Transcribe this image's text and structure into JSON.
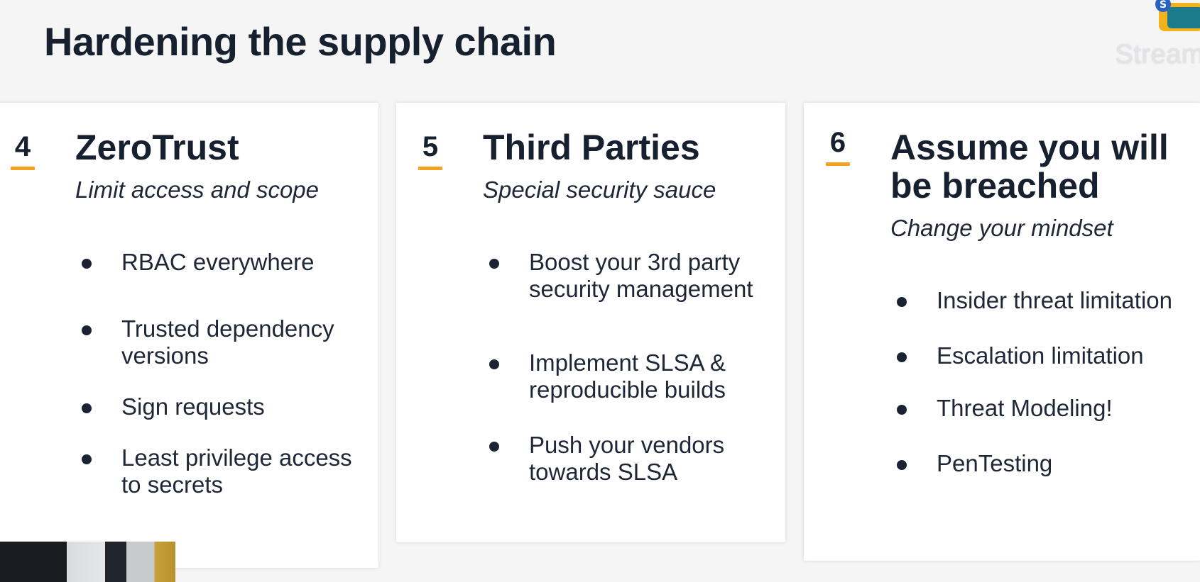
{
  "slide": {
    "title": "Hardening the supply chain"
  },
  "cards": [
    {
      "number": "4",
      "heading": "ZeroTrust",
      "subtitle": "Limit access and scope",
      "bullets": [
        "RBAC everywhere",
        "Trusted dependency versions",
        "Sign requests",
        "Least privilege access to secrets"
      ]
    },
    {
      "number": "5",
      "heading": "Third Parties",
      "subtitle": "Special security sauce",
      "bullets": [
        "Boost your 3rd party security management",
        "Implement SLSA & reproducible builds",
        "Push your vendors towards SLSA"
      ]
    },
    {
      "number": "6",
      "heading": "Assume you will be breached",
      "subtitle": "Change your mindset",
      "bullets": [
        "Insider threat limitation",
        "Escalation limitation",
        "Threat Modeling!",
        "PenTesting"
      ]
    }
  ],
  "watermark": {
    "text": "Stream",
    "logo_icon": "streamyard-logo-icon",
    "logo_letter": "S"
  },
  "colors": {
    "accent": "#f4a11e",
    "text": "#17202f",
    "background": "#f5f5f6",
    "card": "#ffffff"
  }
}
